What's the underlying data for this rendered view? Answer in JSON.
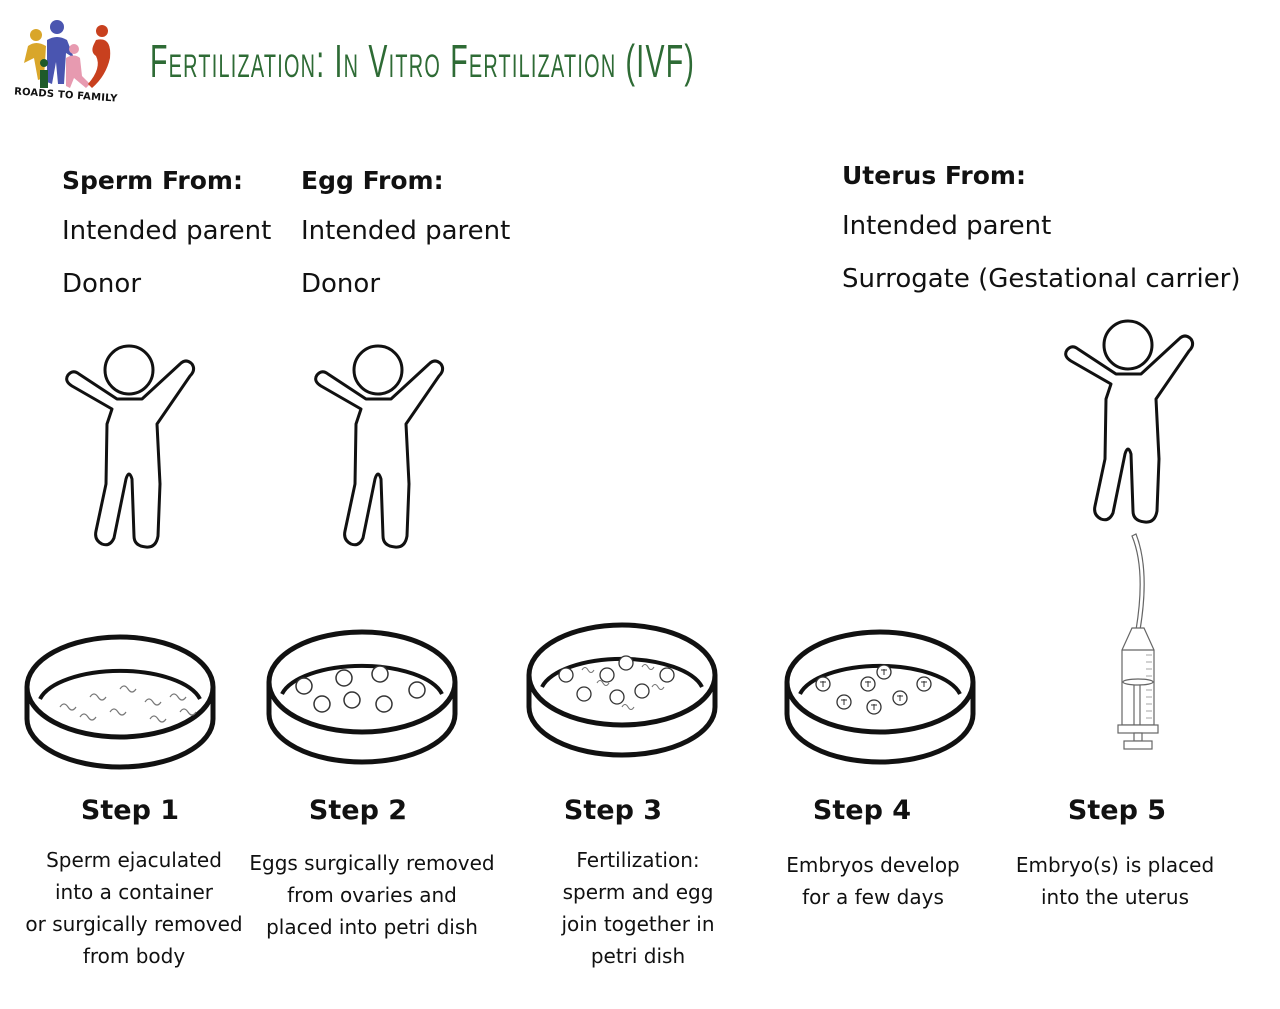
{
  "logo": {
    "text": "ROADS TO FAMILY"
  },
  "title": "Fertilization: In Vitro Fertilization (IVF)",
  "sources": [
    {
      "heading": "Sperm From:",
      "options": [
        "Intended parent",
        "Donor"
      ]
    },
    {
      "heading": "Egg From:",
      "options": [
        "Intended parent",
        "Donor"
      ]
    },
    {
      "heading": "Uterus From:",
      "options": [
        "Intended parent",
        "Surrogate (Gestational carrier)"
      ]
    }
  ],
  "steps": [
    {
      "label": "Step 1",
      "lines": [
        "Sperm ejaculated",
        "into a container",
        "or surgically removed",
        "from body"
      ]
    },
    {
      "label": "Step 2",
      "lines": [
        "Eggs surgically removed",
        "from ovaries and",
        "placed into petri dish"
      ]
    },
    {
      "label": "Step 3",
      "lines": [
        "Fertilization:",
        "sperm and egg",
        "join together in",
        "petri dish"
      ]
    },
    {
      "label": "Step 4",
      "lines": [
        "Embryos develop",
        "for a few days"
      ]
    },
    {
      "label": "Step 5",
      "lines": [
        "Embryo(s) is placed",
        "into the uterus"
      ]
    }
  ],
  "colors": {
    "title": "#2e6b35",
    "logo_yellow": "#d9a62a",
    "logo_blue": "#4a55b0",
    "logo_pink": "#e79ab0",
    "logo_red": "#c8401e",
    "logo_green": "#1e5a2a"
  }
}
